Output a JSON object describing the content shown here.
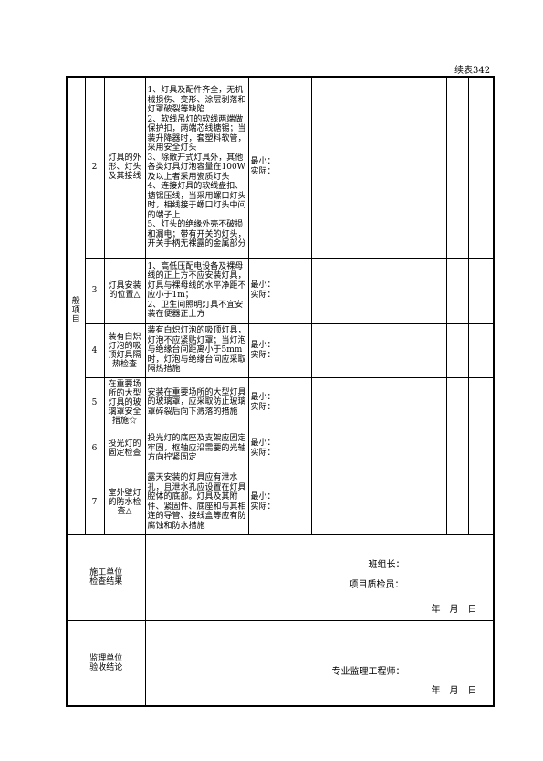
{
  "page_label": "续表342",
  "category": "一般项目",
  "rows": [
    {
      "no": "2",
      "item": "灯具的外形、灯头及其接线",
      "requirement": "1、灯具及配件齐全，无机械损伤、变形、涂层剥落和灯罩破裂等缺陷\n2、软线吊灯的软线两端做保护扣，两端芯线搪锡；当装升降器时，套塑料软管，采用安全灯头\n3、除敞开式灯具外，其他各类灯具灯泡容量在100W及以上者采用瓷质灯头\n4、连接灯具的软线盘扣、搪锡压线，当采用螺口灯头时，相线接于螺口灯头中间的端子上\n5、灯头的绝缘外壳不破损和漏电；带有开关的灯头，开关手柄无裸露的金属部分",
      "min": "最小：",
      "actual": "实际："
    },
    {
      "no": "3",
      "item": "灯具安装的位置△",
      "requirement": "1、高低压配电设备及裸母线的正上方不应安装灯具，灯具与裸母线的水平净距不应小于1m；\n2、卫生间照明灯具不宜安装在便器正上方",
      "min": "最小：",
      "actual": "实际："
    },
    {
      "no": "4",
      "item": "装有白炽灯泡的吸顶灯具隔热检查",
      "requirement": "装有白炽灯泡的吸顶灯具，灯泡不应紧贴灯罩；当灯泡与绝缘台间距离小于5mm时，灯泡与绝缘台间应采取隔热措施",
      "min": "最小：",
      "actual": "实际："
    },
    {
      "no": "5",
      "item": "在重要场所的大型灯具的玻璃罩安全措施☆",
      "requirement": "安装在重要场所的大型灯具的玻璃罩，应采取防止玻璃罩碎裂后向下溅落的措施",
      "min": "最小：",
      "actual": "实际："
    },
    {
      "no": "6",
      "item": "投光灯的固定检查",
      "requirement": "投光灯的底座及支架应固定牢固，枢轴应沿需要的光轴方向拧紧固定",
      "min": "最小：",
      "actual": "实际："
    },
    {
      "no": "7",
      "item": "室外壁灯的防水检查△",
      "requirement": "露天安装的灯具应有泄水孔，且泄水孔应设置在灯具腔体的底部。灯具及其附件、紧固件、底座和与其相连的导管、接线盒等应有防腐蚀和防水措施",
      "min": "最小：",
      "actual": "实际："
    }
  ],
  "construction": {
    "title": "施工单位\n检查结果",
    "team_leader": "班组长：",
    "quality_inspector": "项目质检员：",
    "date": "年　月　日"
  },
  "supervision": {
    "title": "监理单位\n验收结论",
    "engineer": "专业监理工程师：",
    "date": "年　月　日"
  }
}
